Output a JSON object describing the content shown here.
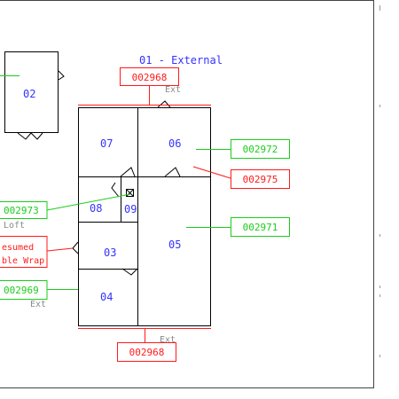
{
  "title": "01 - External",
  "rooms": {
    "r02": "02",
    "r03": "03",
    "r04": "04",
    "r05": "05",
    "r06": "06",
    "r07": "07",
    "r08": "08",
    "r09": "09"
  },
  "notes": {
    "ext_top": "Ext",
    "ext_left": "Ext",
    "ext_bottom": "Ext",
    "loft": "Loft"
  },
  "tags": {
    "top": "002968",
    "bottom": "002968",
    "r06": "002972",
    "r06_red": "002975",
    "r05": "002971",
    "r08": "002973",
    "r04": "002969",
    "r03_line1": "esumed",
    "r03_line2": "ble Wrap"
  },
  "colors": {
    "walls": "#000000",
    "room_label": "#3333ff",
    "note": "#8a8a8a",
    "red_tag": "#ff1a1a",
    "green_tag": "#1acd1a"
  }
}
